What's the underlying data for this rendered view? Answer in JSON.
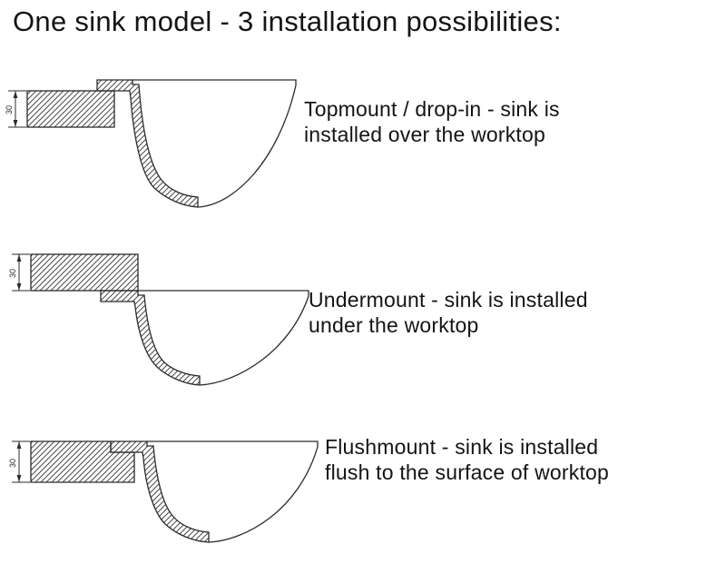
{
  "title": "One sink model - 3 installation possibilities:",
  "colors": {
    "ink": "#2b2b2b",
    "text": "#141414",
    "background": "#ffffff"
  },
  "rows": [
    {
      "name": "topmount",
      "dim": "30",
      "label_lines": [
        "Topmount / drop-in - sink is",
        "installed over the worktop"
      ]
    },
    {
      "name": "undermount",
      "dim": "30",
      "label_lines": [
        "Undermount - sink is installed",
        "under the worktop"
      ]
    },
    {
      "name": "flushmount",
      "dim": "30",
      "label_lines": [
        "Flushmount - sink is installed",
        "flush to the surface of worktop"
      ]
    }
  ]
}
